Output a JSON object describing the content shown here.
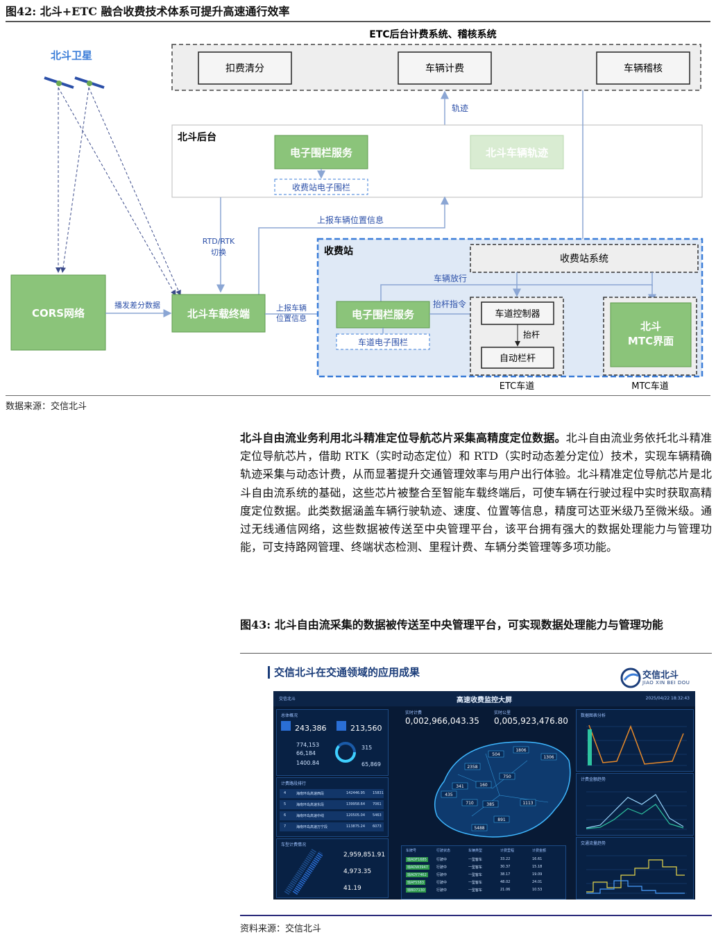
{
  "fig42": {
    "title": "图42:  北斗+ETC 融合收费技术体系可提升高速通行效率",
    "source": "数据来源：交信北斗",
    "diagram": {
      "satellite_label": "北斗卫星",
      "etc_system_title": "ETC后台计费系统、稽核系统",
      "etc_boxes": [
        "扣费清分",
        "车辆计费",
        "车辆稽核"
      ],
      "trajectory_label": "轨迹",
      "beidou_backend_title": "北斗后台",
      "fence_service_top": "电子围栏服务",
      "toll_station_fence": "收费站电子围栏",
      "vehicle_track": "北斗车辆轨迹",
      "report_position_top": "上报车辆位置信息",
      "rtd_rtk_line1": "RTD/RTK",
      "rtd_rtk_line2": "切换",
      "cors": "CORS网络",
      "broadcast_diff": "播发差分数据",
      "terminal": "北斗车载终端",
      "report_line1": "上报车辆",
      "report_line2": "位置信息",
      "toll_station_title": "收费站",
      "toll_station_system": "收费站系统",
      "vehicle_release": "车辆放行",
      "fence_service_lane": "电子围栏服务",
      "lane_fence": "车道电子围栏",
      "lift_cmd": "抬杆指令",
      "lane_controller": "车道控制器",
      "lift": "抬杆",
      "auto_barrier": "自动栏杆",
      "mtc_line1": "北斗",
      "mtc_line2": "MTC界面",
      "etc_lane": "ETC车道",
      "mtc_lane": "MTC车道"
    }
  },
  "body": {
    "bold_lead": "北斗自由流业务利用北斗精准定位导航芯片采集高精度定位数据。",
    "text": "北斗自由流业务依托北斗精准定位导航芯片，借助 RTK（实时动态定位）和 RTD（实时动态差分定位）技术，实现车辆精确轨迹采集与动态计费，从而显著提升交通管理效率与用户出行体验。北斗精准定位导航芯片是北斗自由流系统的基础，这些芯片被整合至智能车载终端后，可使车辆在行驶过程中实时获取高精度定位数据。此类数据涵盖车辆行驶轨迹、速度、位置等信息，精度可达亚米级乃至微米级。通过无线通信网络，这些数据被传送至中央管理平台，该平台拥有强大的数据处理能力与管理功能，可支持路网管理、终端状态检测、里程计费、车辆分类管理等多项功能。"
  },
  "fig43": {
    "title": "图43:  北斗自由流采集的数据被传送至中央管理平台，可实现数据处理能力与管理功能",
    "source": "资料来源：交信北斗",
    "app_title": "交信北斗在交通领域的应用成果",
    "logo_name": "交信北斗",
    "logo_sub": "JIAO XIN BEI DOU",
    "dashboard": {
      "header_title": "高速收费监控大屏",
      "header_left": "交信北斗",
      "header_date": "2025/04/22  18:32:43",
      "overview_title": "总体概况",
      "vehicles_value": "243,386",
      "other_value": "213,560",
      "stat1": "774,153",
      "stat2": "66,184",
      "stat3": "1400.84",
      "ring1": "315",
      "ring2": "65,869",
      "realtime_fee_label": "实时计费",
      "realtime_fee": "0,002,966,043.35",
      "realtime_km_label": "实时公里",
      "realtime_km": "0,005,923,476.80",
      "fee_rank_title": "计费路段排行",
      "rank_rows": [
        {
          "idx": "4",
          "road": "海南环岛高速西段",
          "fee": "142446.95",
          "n": "15831"
        },
        {
          "idx": "5",
          "road": "海南环岛高速东段",
          "fee": "139958.64",
          "n": "7061"
        },
        {
          "idx": "6",
          "road": "海南环岛高速中线",
          "fee": "120505.04",
          "n": "5463"
        },
        {
          "idx": "7",
          "road": "海南环岛高速万宁段",
          "fee": "113875.24",
          "n": "6073"
        }
      ],
      "type_fee_title": "车型计费情况",
      "type_vals": [
        "2,959,851.91",
        "4,973.35",
        "41.19"
      ],
      "table_headers": [
        "车牌号",
        "行驶状态",
        "车辆类型",
        "计费里程",
        "计费金额"
      ],
      "table_rows": [
        [
          "琼ADF1685",
          "行驶中",
          "一型客车",
          "33.22",
          "16.61"
        ],
        [
          "琼ADW3947",
          "行驶中",
          "一型客车",
          "30.37",
          "15.18"
        ],
        [
          "琼ADY7462",
          "行驶中",
          "一型客车",
          "38.17",
          "19.09"
        ],
        [
          "琼AF5583",
          "行驶中",
          "一型客车",
          "48.02",
          "24.01"
        ],
        [
          "琼BD7130",
          "行驶中",
          "一型客车",
          "21.06",
          "10.53"
        ]
      ],
      "chart_titles": [
        "数据图表分析",
        "计费金额趋势",
        "交通流量趋势"
      ],
      "map_labels": [
        "504",
        "1806",
        "1306",
        "2358",
        "341",
        "160",
        "750",
        "435",
        "710",
        "385",
        "1113",
        "891",
        "5488"
      ]
    }
  }
}
